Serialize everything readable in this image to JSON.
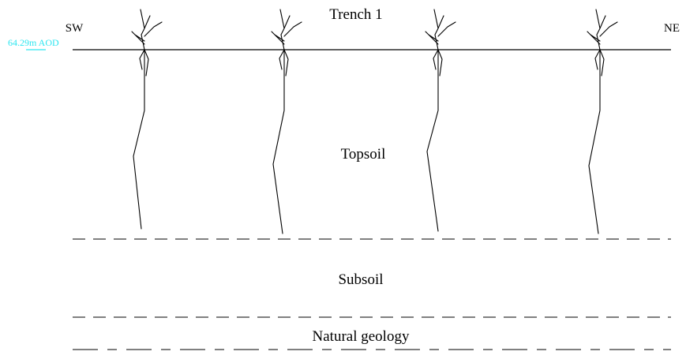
{
  "section": {
    "title": "Trench 1",
    "sw_label": "SW",
    "ne_label": "NE",
    "datum_label": "64.29m AOD",
    "datum_color": "#2ee6f0"
  },
  "layers": {
    "topsoil": "Topsoil",
    "subsoil": "Subsoil",
    "natural": "Natural geology"
  }
}
